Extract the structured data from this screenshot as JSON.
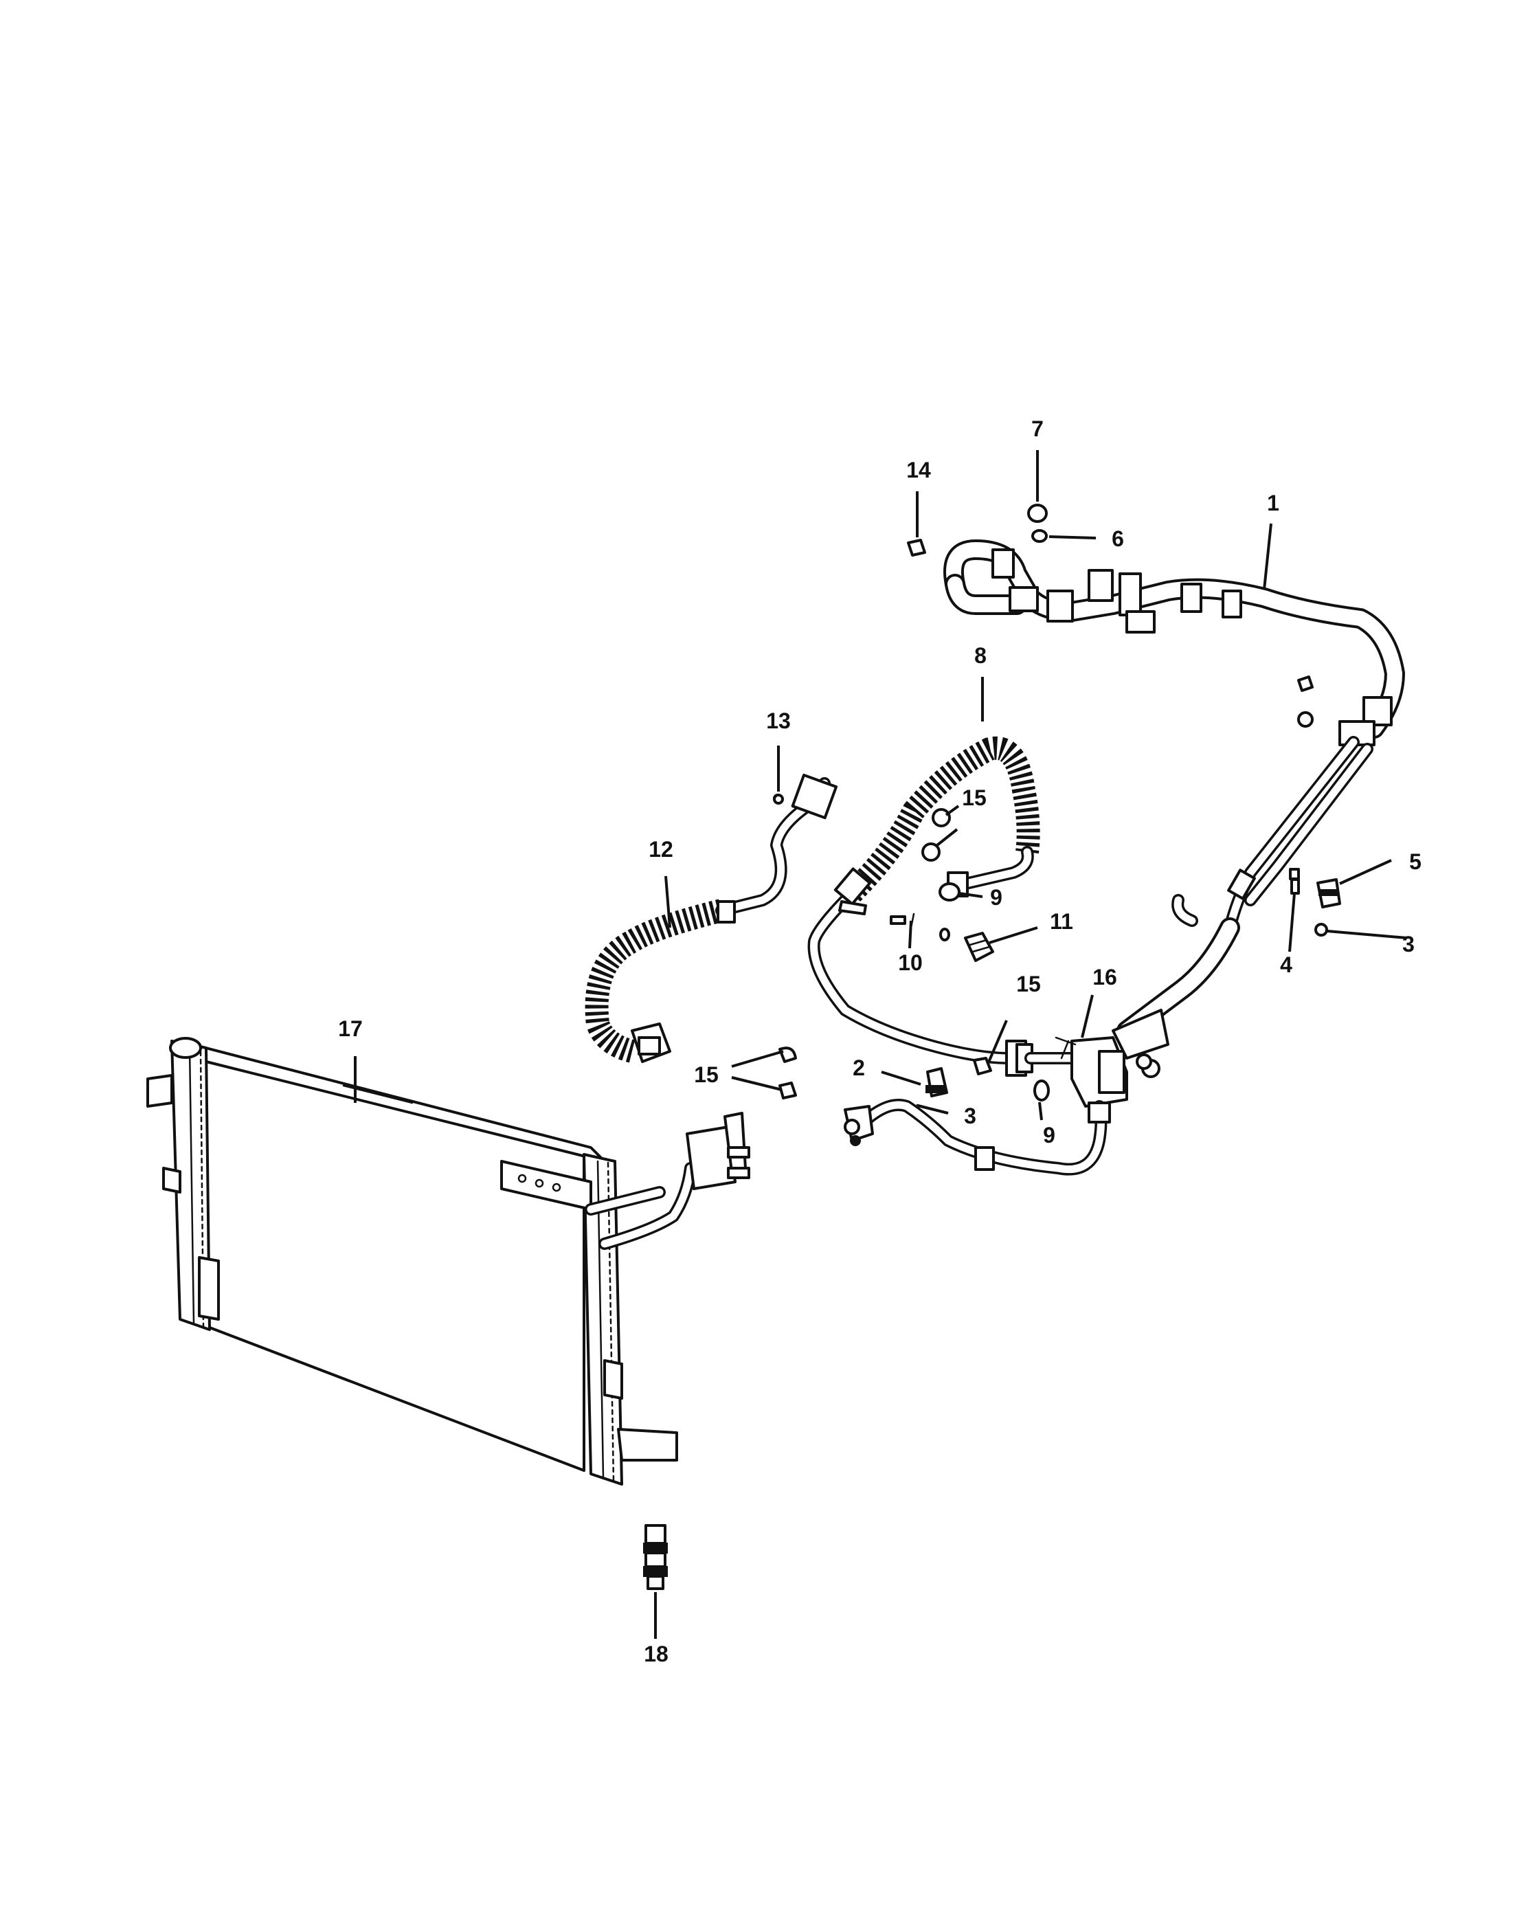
{
  "callouts": [
    {
      "id": "1",
      "label": "1"
    },
    {
      "id": "2",
      "label": "2"
    },
    {
      "id": "3a",
      "label": "3"
    },
    {
      "id": "3b",
      "label": "3"
    },
    {
      "id": "4",
      "label": "4"
    },
    {
      "id": "5",
      "label": "5"
    },
    {
      "id": "6",
      "label": "6"
    },
    {
      "id": "7",
      "label": "7"
    },
    {
      "id": "8",
      "label": "8"
    },
    {
      "id": "9a",
      "label": "9"
    },
    {
      "id": "9b",
      "label": "9"
    },
    {
      "id": "10",
      "label": "10"
    },
    {
      "id": "11",
      "label": "11"
    },
    {
      "id": "12",
      "label": "12"
    },
    {
      "id": "13",
      "label": "13"
    },
    {
      "id": "14",
      "label": "14"
    },
    {
      "id": "15a",
      "label": "15"
    },
    {
      "id": "15b",
      "label": "15"
    },
    {
      "id": "15c",
      "label": "15"
    },
    {
      "id": "16",
      "label": "16"
    },
    {
      "id": "17",
      "label": "17"
    },
    {
      "id": "18",
      "label": "18"
    }
  ]
}
